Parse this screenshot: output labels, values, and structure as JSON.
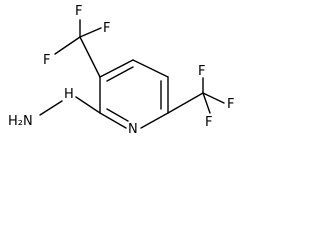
{
  "molecule": {
    "atoms": {
      "F": "F",
      "N": "N",
      "H": "H",
      "H2N": "H₂N"
    },
    "colors": {
      "ink": "#000000",
      "background": "#ffffff"
    }
  }
}
